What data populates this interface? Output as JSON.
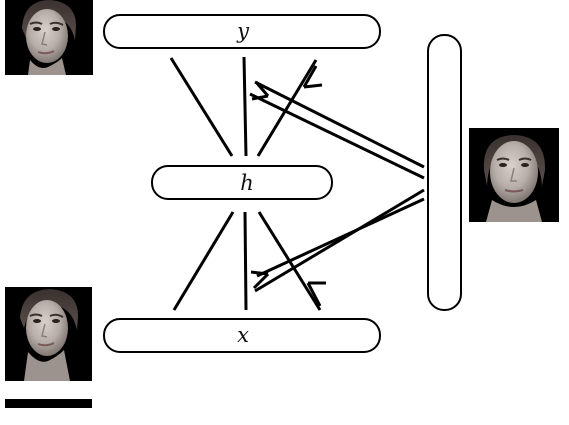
{
  "units": {
    "y": {
      "label": "y"
    },
    "h": {
      "label": "h"
    },
    "x": {
      "label": "x"
    }
  },
  "colors": {
    "line": "#000000",
    "photo_background": "#000000",
    "unit_fill": "#ffffff"
  },
  "images": {
    "face_top_left": {
      "icon": "face-photo-turned-left"
    },
    "face_bottom_left": {
      "icon": "face-photo-turned-left"
    },
    "face_right": {
      "icon": "face-photo-frontal"
    },
    "black_bar": {
      "icon": "black-bar"
    }
  }
}
